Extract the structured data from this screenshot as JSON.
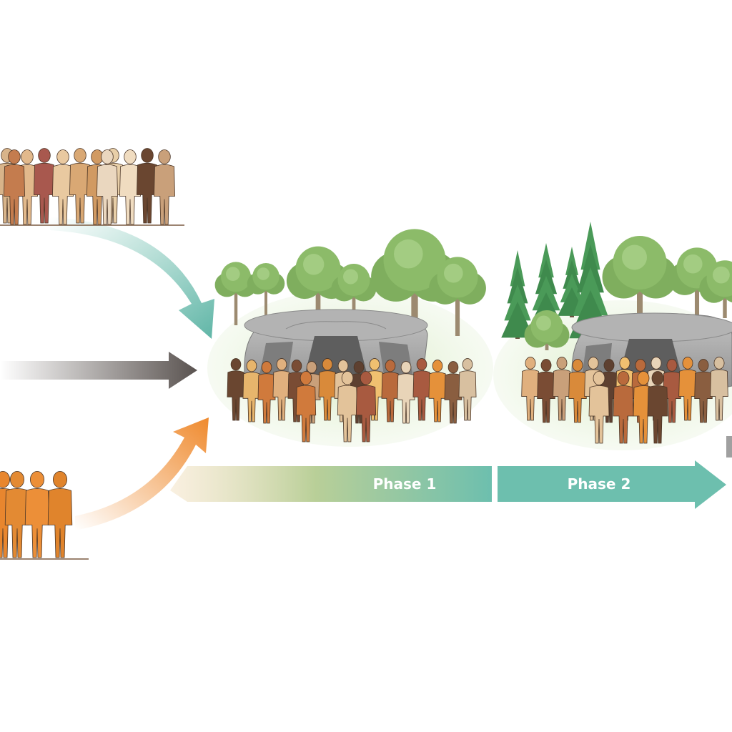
{
  "timeline": {
    "phases": [
      {
        "label": "Phase 1"
      },
      {
        "label": "Phase 2"
      }
    ]
  },
  "colors": {
    "teal": "#6dbfae",
    "teal_dark": "#5fb5a6",
    "brown_arrow": "#5a5350",
    "orange_arrow": "#ef8a2e",
    "grass": "#cfe6b4",
    "stone": "#9a9a9a",
    "stone_dark": "#555555"
  },
  "source_groups": [
    {
      "name": "top-group",
      "tones": [
        "#d8b48a",
        "#e2b98c",
        "#a8584e",
        "#e9c9a0",
        "#d9a874",
        "#d19a62",
        "#e8cfa8",
        "#f0dcc0",
        "#6a4630",
        "#c9a07a",
        "#c47c4e",
        "#ead7bf"
      ]
    },
    {
      "name": "bottom-group",
      "tones": [
        "#e8862e",
        "#e38a33",
        "#ec8f38",
        "#e0842c"
      ]
    }
  ],
  "settlements": [
    {
      "name": "settlement-phase-1",
      "forest": "deciduous"
    },
    {
      "name": "settlement-phase-2",
      "forest": "mixed-conifer"
    }
  ]
}
